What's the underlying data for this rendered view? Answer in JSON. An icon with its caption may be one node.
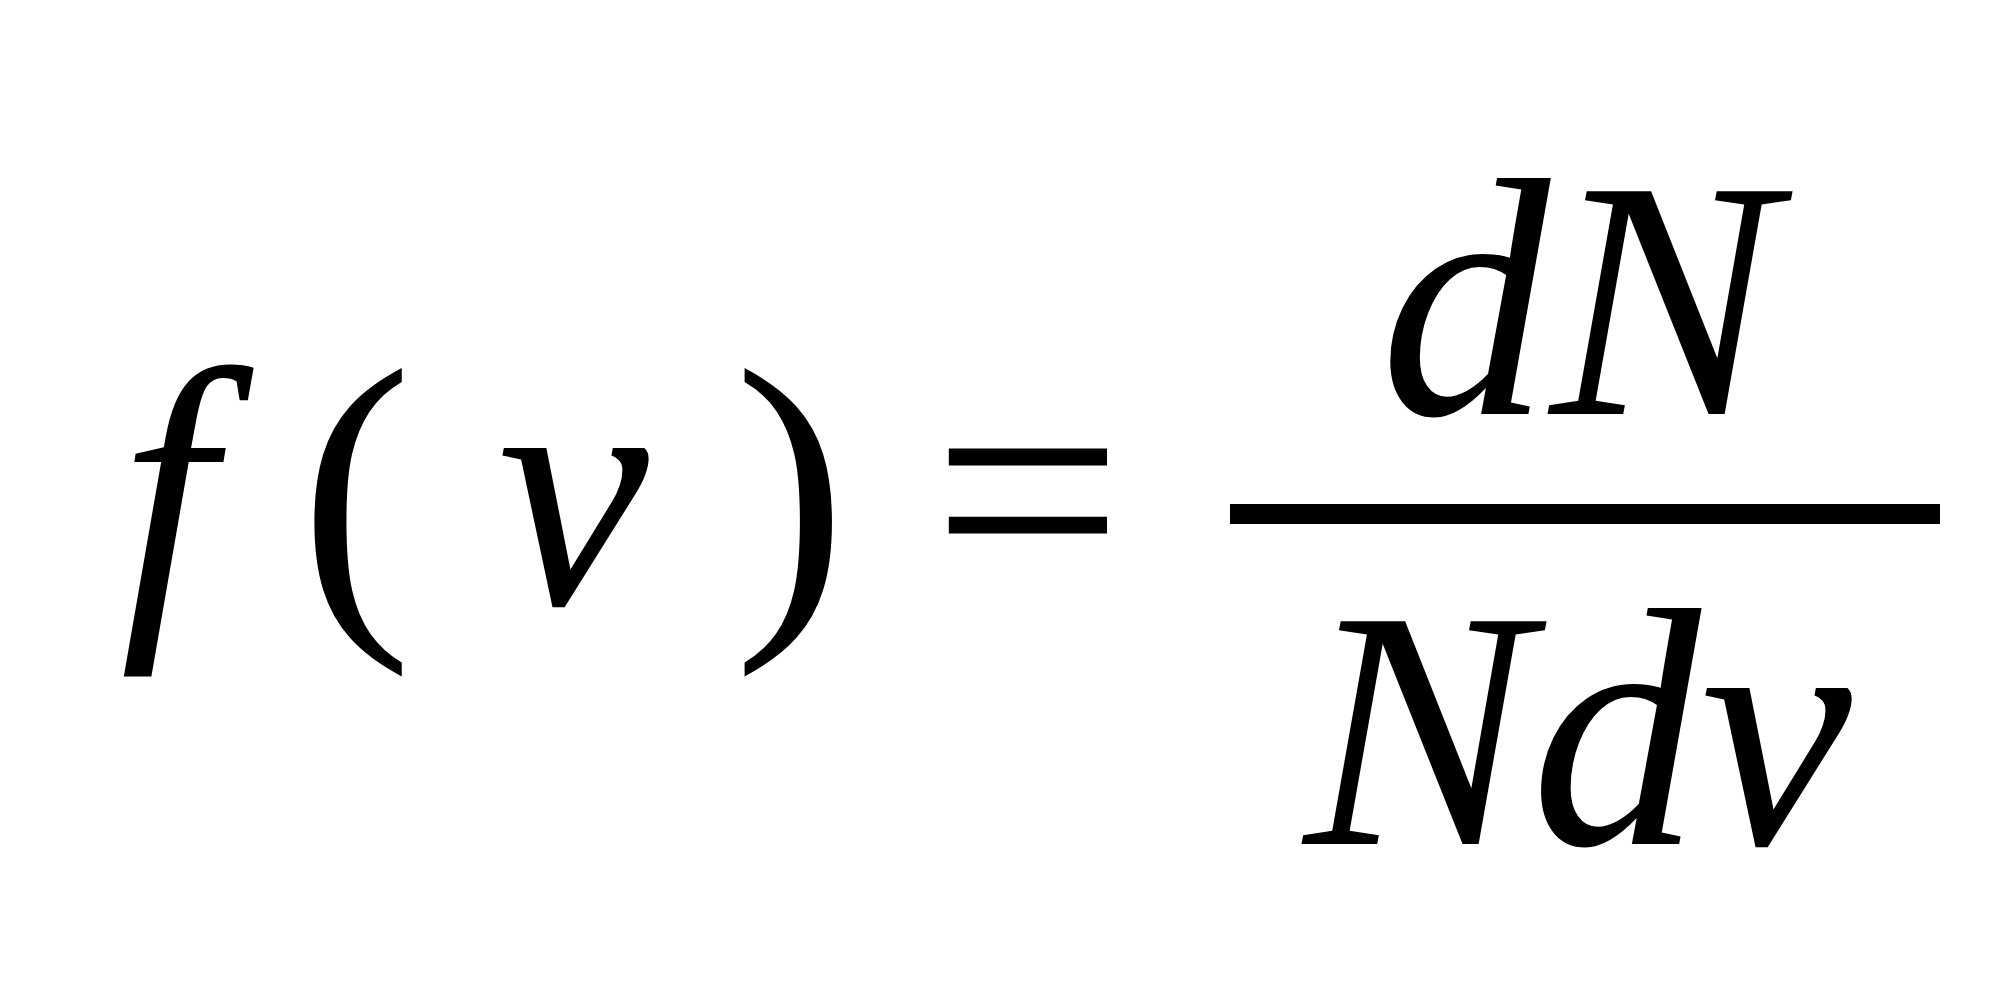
{
  "diagram": {
    "labels": [
      "*f* ( *v* ) =",
      "*dN*",
      "*Ndv*"
    ]
  }
}
